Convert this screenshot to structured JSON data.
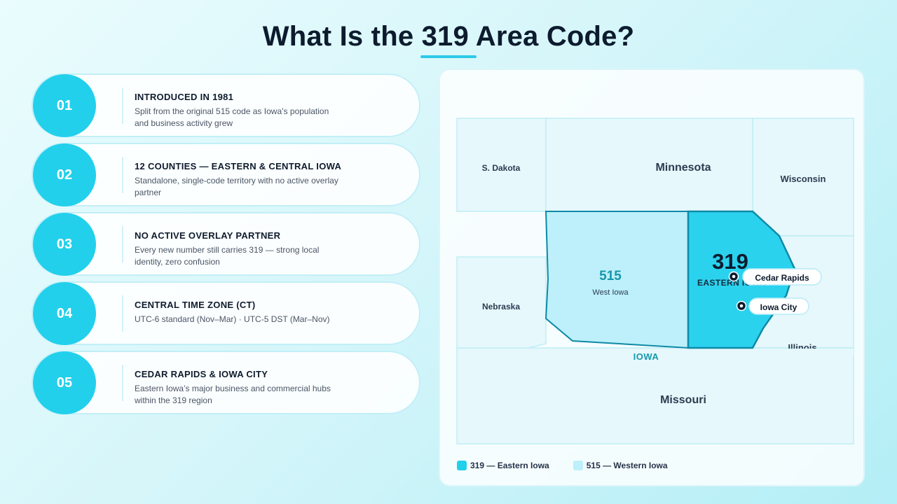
{
  "header": {
    "title": "What Is the 319 Area Code?"
  },
  "items": [
    {
      "num": "01",
      "title": "INTRODUCED IN 1981",
      "desc": "Split from the original 515 code as Iowa’s population and business activity grew"
    },
    {
      "num": "02",
      "title": "12 COUNTIES — EASTERN & CENTRAL IOWA",
      "desc": "Standalone, single-code territory with no active overlay partner"
    },
    {
      "num": "03",
      "title": "NO ACTIVE OVERLAY PARTNER",
      "desc": "Every new number still carries 319 — strong local identity, zero confusion"
    },
    {
      "num": "04",
      "title": "CENTRAL TIME ZONE (CT)",
      "desc": "UTC-6 standard (Nov–Mar) · UTC-5 DST (Mar–Nov)"
    },
    {
      "num": "05",
      "title": "CEDAR RAPIDS & IOWA CITY",
      "desc": "Eastern Iowa’s major business and commercial hubs within the 319 region"
    }
  ],
  "map": {
    "states": {
      "sdakota": "S. Dakota",
      "minnesota": "Minnesota",
      "wisconsin": "Wisconsin",
      "nebraska": "Nebraska",
      "illinois": "Illinois",
      "missouri": "Missouri",
      "iowa": "IOWA"
    },
    "zone319": {
      "code": "319",
      "sub": "EASTERN IOWA"
    },
    "zone515": {
      "code": "515",
      "sub": "West Iowa"
    },
    "cities": {
      "cedar_rapids": "Cedar Rapids",
      "iowa_city": "Iowa City"
    },
    "legend": {
      "eastern": "319 — Eastern Iowa",
      "western": "515 — Western Iowa"
    }
  },
  "colors": {
    "accent": "#22d0ec",
    "zone319": "#2ad2ee",
    "zone515": "#bdf0fa",
    "border": "#0e8aa6",
    "neighbor": "#e6f8fc"
  }
}
